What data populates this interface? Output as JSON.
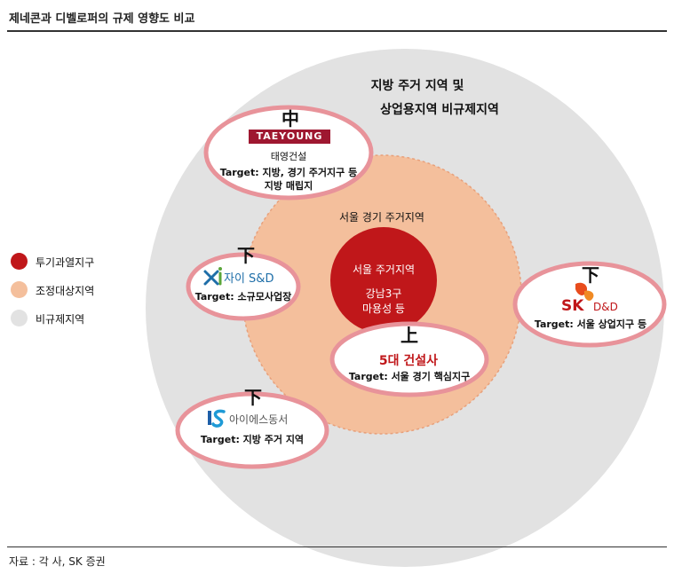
{
  "title": "제네콘과 디벨로퍼의 규제 영향도 비교",
  "source": "자료 : 각 사, SK 증권",
  "colors": {
    "overheated": "#c0171a",
    "adjusted": "#f4bf9c",
    "unregulated": "#e2e2e2",
    "bubble_border": "#e8939a",
    "logo_red": "#9e1730"
  },
  "legend": [
    {
      "label": "투기과열지구",
      "color": "#c0171a"
    },
    {
      "label": "조정대상지역",
      "color": "#f4bf9c"
    },
    {
      "label": "비규제지역",
      "color": "#e2e2e2"
    }
  ],
  "zones": {
    "outer_line1": "지방 주거 지역 및",
    "outer_line2": "상업용지역 비규제지역",
    "middle": "서울 경기 주거지역",
    "inner_line1": "서울 주거지역",
    "inner_line2": "강남3구",
    "inner_line3": "마용성 등"
  },
  "companies": {
    "taeyoung": {
      "grade": "中",
      "logo": "TAEYOUNG",
      "name": "태영건설",
      "target_line1": "Target: 지방, 경기 주거지구 등",
      "target_line2": "지방 매립지",
      "logo_icon": "taeyoung-logo"
    },
    "xi": {
      "grade": "下",
      "logo": "자이 S&D",
      "target": "Target: 소규모사업장",
      "logo_icon": "xi-logo"
    },
    "sk": {
      "grade": "下",
      "logo_sk": "SK",
      "logo_dnd": "D&D",
      "target": "Target: 서울 상업지구 등",
      "logo_icon": "sk-butterfly-logo"
    },
    "top5": {
      "grade": "上",
      "name": "5대 건설사",
      "target": "Target: 서울 경기 핵심지구"
    },
    "is": {
      "grade": "下",
      "logo": "아이에스동서",
      "target": "Target: 지방 주거 지역",
      "logo_icon": "is-logo"
    }
  }
}
